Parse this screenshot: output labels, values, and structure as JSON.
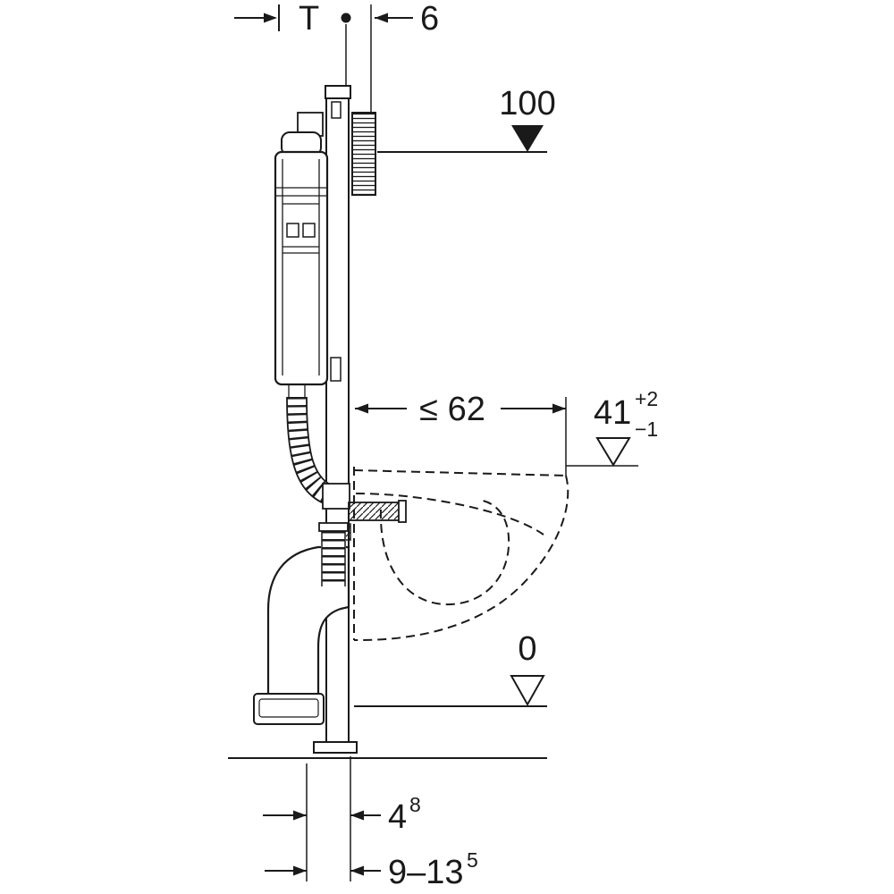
{
  "colors": {
    "ink": "#1a1a1a",
    "background": "#ffffff"
  },
  "dimensions": {
    "top_anchor": {
      "label": "T"
    },
    "wall_gap": {
      "label": "6"
    },
    "top_level": {
      "label": "100"
    },
    "max_depth": {
      "label": "≤ 62"
    },
    "rim_height": {
      "label": "41",
      "tol_plus": "+2",
      "tol_minus": "−1"
    },
    "floor_level": {
      "label": "0"
    },
    "drain_offset": {
      "label": "4",
      "sup": "8"
    },
    "drain_range": {
      "label": "9–13",
      "sup": "5"
    }
  }
}
